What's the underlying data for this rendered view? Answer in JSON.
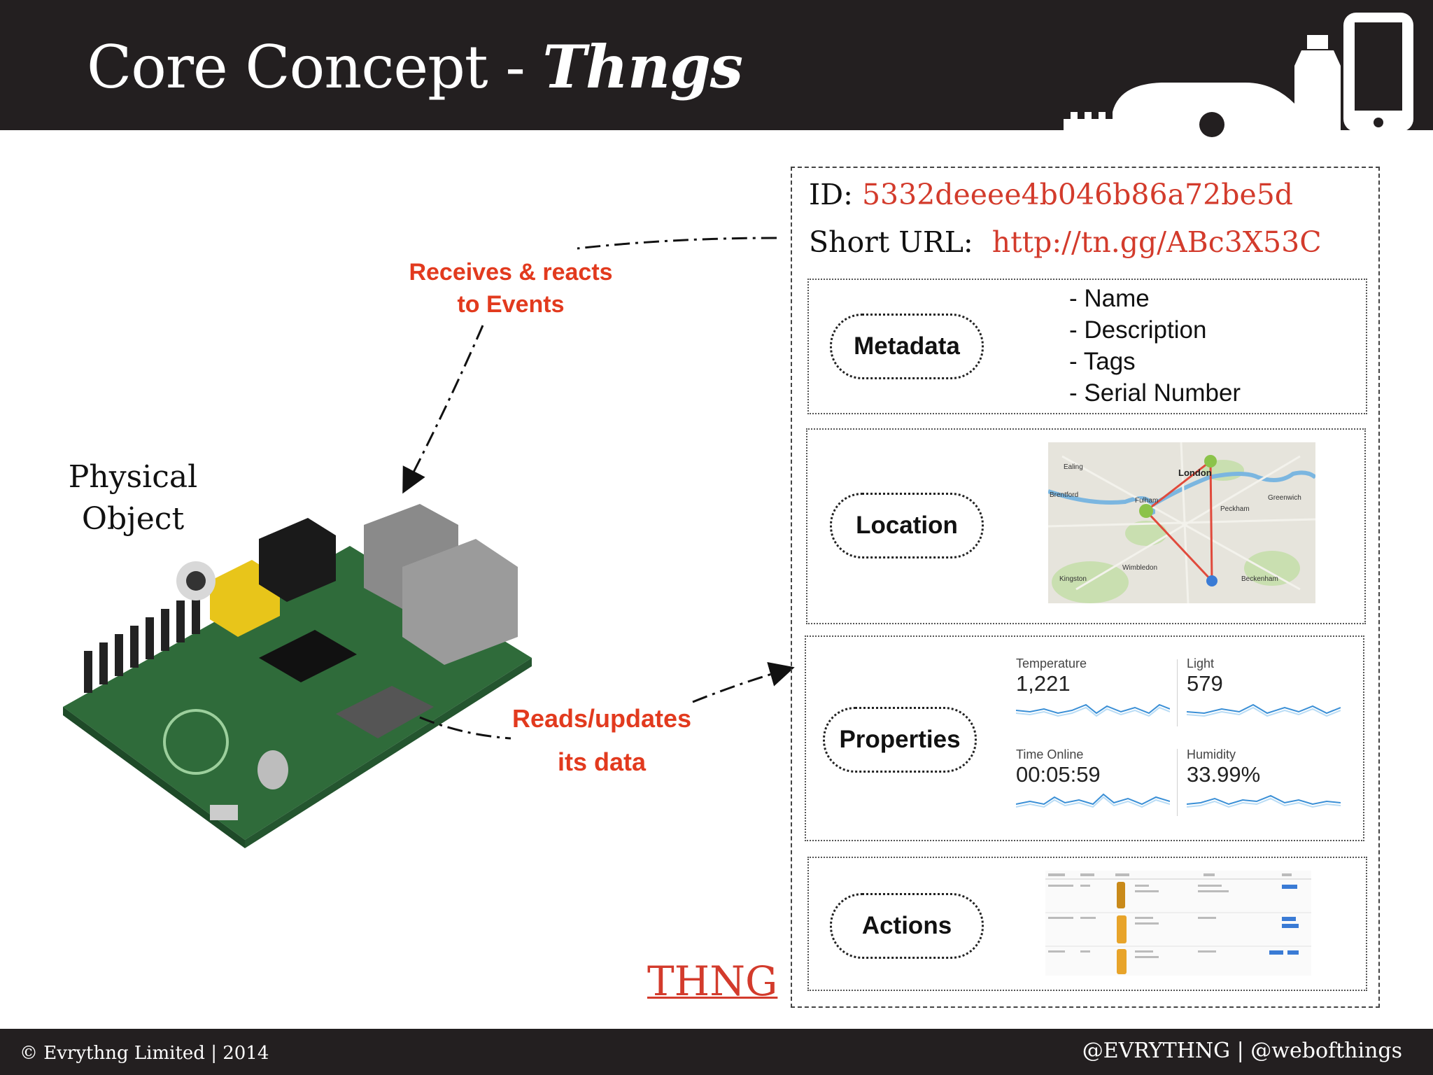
{
  "slide": {
    "title_prefix": "Core Concept - ",
    "title_emphasis": "Thngs"
  },
  "footer": {
    "left": "© Evrythng Limited | 2014",
    "right": "@EVRYTHNG | @webofthings"
  },
  "physical_object": {
    "label_line1": "Physical",
    "label_line2": "Object"
  },
  "arrows": {
    "events_line1": "Receives & reacts",
    "events_line2": "to Events",
    "data_line1": "Reads/updates",
    "data_line2": "its data"
  },
  "thng": {
    "label": "THNG",
    "id_label": "ID:",
    "id_value": "5332deeee4b046b86a72be5d",
    "short_url_label": "Short URL:",
    "short_url_value": "http://tn.gg/ABc3X53C",
    "metadata": {
      "label": "Metadata",
      "items": [
        "- Name",
        "- Description",
        "- Tags",
        "- Serial Number"
      ]
    },
    "location": {
      "label": "Location",
      "map_labels": [
        "Ealing",
        "London",
        "Brentford",
        "Fulham",
        "Peckham",
        "Greenwich",
        "Wimbledon",
        "Kingston",
        "Beckenham"
      ]
    },
    "properties": {
      "label": "Properties",
      "stats": [
        {
          "label": "Temperature",
          "value": "1,221"
        },
        {
          "label": "Light",
          "value": "579"
        },
        {
          "label": "Time Online",
          "value": "00:05:59"
        },
        {
          "label": "Humidity",
          "value": "33.99%"
        }
      ]
    },
    "actions": {
      "label": "Actions"
    }
  },
  "colors": {
    "header_bg": "#231f20",
    "accent_red": "#d33b2c",
    "arrow_text_orange": "#e23a1e",
    "sparkline_blue": "#3a8fd6"
  },
  "icons": [
    "devices-silhouette-icon",
    "raspberry-pi-board-image",
    "map-thumbnail",
    "actions-table-thumbnail"
  ]
}
